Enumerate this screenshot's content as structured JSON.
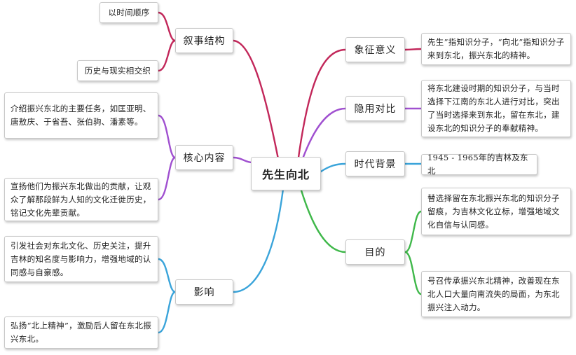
{
  "center": {
    "label": "先生向北"
  },
  "colors": {
    "structure": "#c2275a",
    "content": "#a050d0",
    "influence": "#3aa4da",
    "symbol": "#c2275a",
    "contrast": "#a050d0",
    "background": "#3aa4da",
    "purpose": "#3fb84a"
  },
  "branches": {
    "structure": {
      "label": "叙事结构",
      "leaves": [
        "以时间顺序",
        "历史与现实相交织"
      ]
    },
    "content": {
      "label": "核心内容",
      "leaves": [
        "介绍振兴东北的主要任务，如匡亚明、唐敖庆、于省吾、张伯驹、潘素等。",
        "宣扬他们为振兴东北做出的贡献，让观众了解那段鲜为人知的文化迁徙历史，铭记文化先辈贡献。"
      ]
    },
    "influence": {
      "label": "影响",
      "leaves": [
        "引发社会对东北文化、历史关注，提升吉林的知名度与影响力，增强地域的认同感与自豪感。",
        "弘扬“北上精神”，激励后人留在东北振兴东北。"
      ]
    },
    "symbol": {
      "label": "象征意义",
      "leaves": [
        "先生”指知识分子，“向北”指知识分子来到东北，振兴东北的精神。"
      ]
    },
    "contrast": {
      "label": "隐用对比",
      "leaves": [
        "将东北建设时期的知识分子，与当时选择下江南的东北人进行对比，突出了当时选择来到东北，留在东北，建设东北的知识分子的奉献精神。"
      ]
    },
    "background": {
      "label": "时代背景",
      "leaves": [
        "1945 - 1965年的吉林及东北"
      ]
    },
    "purpose": {
      "label": "目的",
      "leaves": [
        "替选择留在东北振兴东北的知识分子留痕，为吉林文化立标，增强地域文化自信与认同感。",
        "号召传承振兴东北精神，改善现在东北人口大量向南流失的局面，为东北振兴注入动力。"
      ]
    }
  }
}
